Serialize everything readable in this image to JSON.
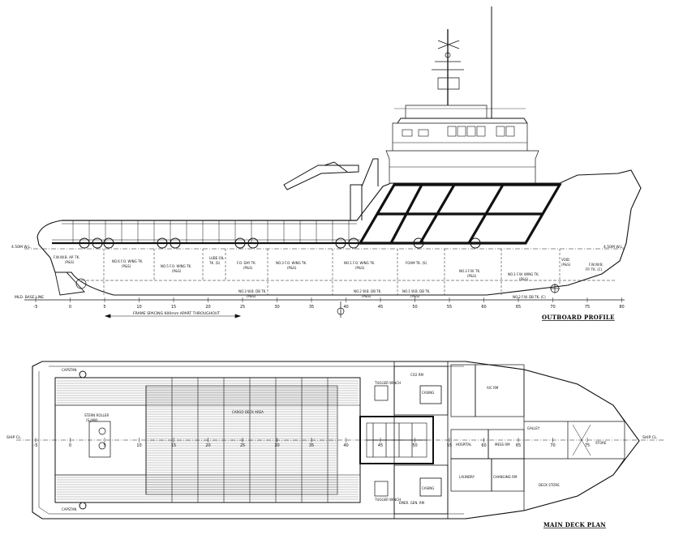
{
  "titles": {
    "outboard_profile": "OUTBOARD PROFILE",
    "main_deck_plan": "MAIN DECK PLAN"
  },
  "profile": {
    "waterline_left": "4.50M W.L.",
    "waterline_right": "4.50M W.L.",
    "base_line": "MLD. BASE LINE",
    "frame_spacing": "FRAME SPACING 600mm APART THROUGHOUT",
    "frame_ticks": [
      "-5",
      "0",
      "5",
      "10",
      "15",
      "20",
      "25",
      "30",
      "35",
      "40",
      "45",
      "50",
      "55",
      "60",
      "65",
      "70",
      "75",
      "80"
    ],
    "tanks": {
      "fw_ap": "F.W./W.B. AP. TK.",
      "fw_ap_sub": "(P&S)",
      "no6_fo": "NO.6 F.O. WING TK.",
      "no6_fo_sub": "(P&S)",
      "no5_fo": "NO.5 F.O. WING TK.",
      "no5_fo_sub": "(P&S)",
      "lube_oil": "LUBE OIL",
      "lube_oil_sub": "TK. (S)",
      "fo_day": "F.O. DAY TK.",
      "fo_day_sub": "(P&S)",
      "no3_fo": "NO.3 F.O. WING TK.",
      "no3_fo_sub": "(P&S)",
      "no1_fo": "NO.1 F.O. WING TK.",
      "no1_fo_sub": "(P&S)",
      "foam": "FOAM TK. (S)",
      "no3_fw": "NO.3 F.W. TK.",
      "no3_fw_sub": "(P&S)",
      "no1_fw": "NO.1 F.W. WING TK.",
      "no1_fw_sub": "(P&S)",
      "void": "VOID",
      "void_sub": "(P&S)",
      "fw_wb_fp": "F.W./W.B.",
      "fw_wb_fp_sub": "FP. TK. (C)",
      "no3_wb": "NO.3 W.B. DB TK.",
      "no3_wb_sub": "(P&S)",
      "no2_wb": "NO.2 W.B. DB TK.",
      "no2_wb_sub": "(P&S)",
      "no1_wb": "NO.1 W.B. DB TK.",
      "no1_wb_sub": "(P&S)",
      "no2_fw": "NO.2 F.W. DB TK. (C)"
    }
  },
  "plan": {
    "ship_cl_left": "SHIP CL.",
    "ship_cl_right": "SHIP CL.",
    "capstan_top": "CAPSTAN",
    "capstan_bottom": "CAPSTAN",
    "stern_roller": "STERN ROLLER",
    "stern_roller_sub": "(S.JAW)",
    "cargo_deck": "CARGO DECK AREA",
    "co2_rm": "CO2 RM",
    "casing_top": "CASING",
    "casing_bottom": "CASING",
    "tugger_top": "TUGGER WINCH",
    "tugger_bottom": "TUGGER WINCH",
    "emergency": "EMER. GEN. RM",
    "aircon": "A/C RM",
    "galley": "GALLEY",
    "hospital": "HOSPITAL",
    "mess": "MESS RM",
    "laundry": "LAUNDRY",
    "changing": "CHANGING RM",
    "deck_store": "DECK STORE",
    "store": "STORE",
    "frame_ticks": [
      "-5",
      "0",
      "5",
      "10",
      "15",
      "20",
      "25",
      "30",
      "35",
      "40",
      "45",
      "50",
      "55",
      "60",
      "65",
      "70",
      "75"
    ]
  }
}
